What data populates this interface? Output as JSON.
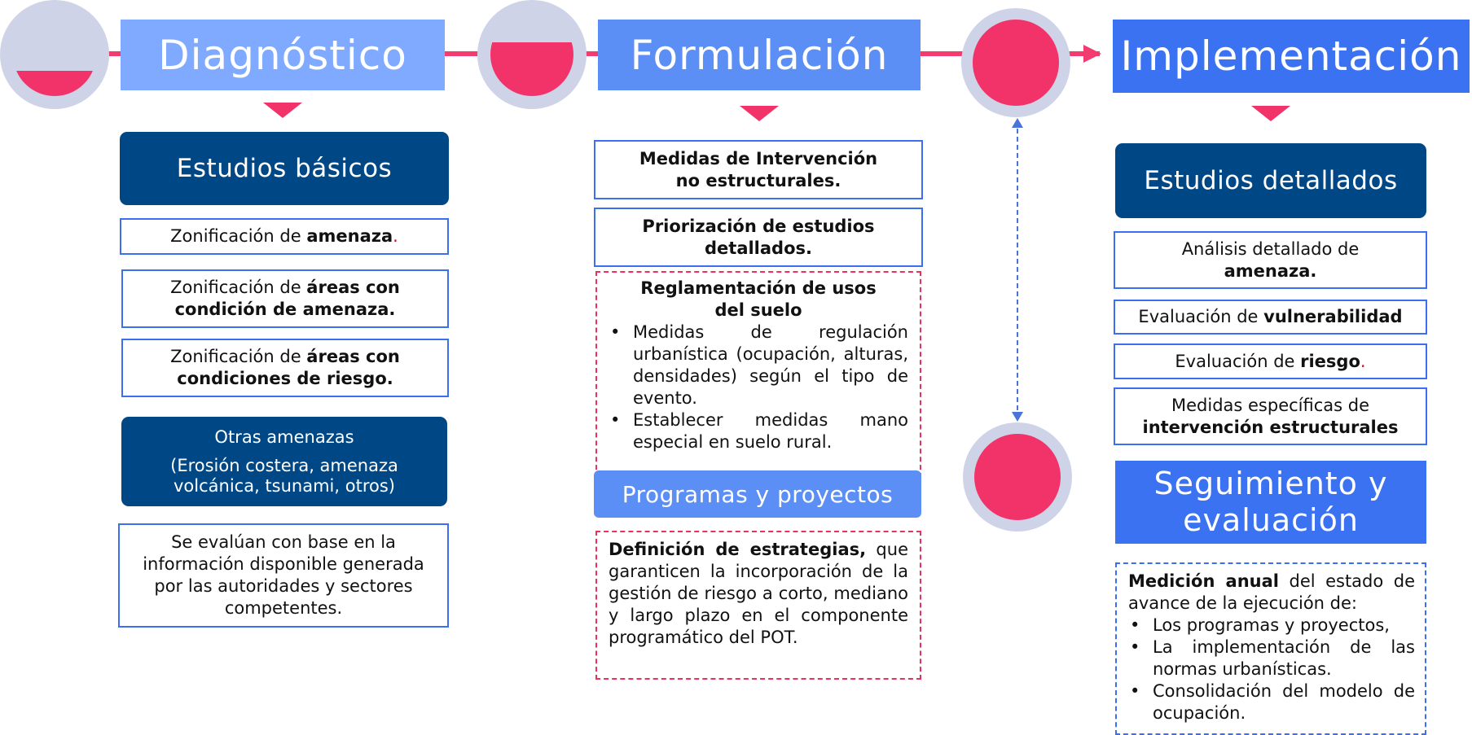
{
  "colors": {
    "accent": "#f2336a",
    "ring": "#cfd3e8",
    "dark_blue": "#004785",
    "stage1": "#80aaff",
    "stage2": "#5b8ff5",
    "stage3": "#3a72f2",
    "border_blue": "#3b6ff0",
    "border_red": "#e8315f"
  },
  "stages": [
    {
      "title": "Diagnóstico",
      "progress": 0.3
    },
    {
      "title": "Formulación",
      "progress": 0.65
    },
    {
      "title": "Implementación",
      "progress": 1.0
    }
  ],
  "diagnostico": {
    "header": "Estudios básicos",
    "items": [
      {
        "prefix": "Zonificación de ",
        "bold": "amenaza",
        "suffix": "."
      },
      {
        "prefix": "Zonificación de ",
        "bold": "áreas con condición de amenaza."
      },
      {
        "prefix": "Zonificación de ",
        "bold": "áreas con condiciones de riesgo."
      }
    ],
    "other_title": "Otras amenazas",
    "other_detail": "(Erosión costera, amenaza volcánica, tsunami, otros)",
    "note": "Se evalúan con base en la información disponible generada por las autoridades y sectores competentes."
  },
  "formulacion": {
    "box1": "Medidas de Intervención no estructurales.",
    "box2": "Priorización de estudios detallados.",
    "reg_title": "Reglamentación de usos del suelo",
    "reg_items": [
      "Medidas de regulación urbanística (ocupación, alturas, densidades) según el tipo de evento.",
      "Establecer medidas mano especial en suelo rural."
    ],
    "programs_label": "Programas y proyectos",
    "strategy_bold": "Definición de estrategias,",
    "strategy_text": " que garanticen la incorporación de la gestión de riesgo a corto, mediano y largo plazo en el componente programático del POT."
  },
  "implementacion": {
    "header": "Estudios detallados",
    "items": [
      {
        "prefix": "Análisis detallado  de ",
        "bold": "amenaza."
      },
      {
        "prefix": "Evaluación de ",
        "bold": "vulnerabilidad"
      },
      {
        "prefix": "Evaluación de ",
        "bold": "riesgo",
        "suffix": "."
      },
      {
        "prefix": "Medidas específicas de ",
        "bold": "intervención estructurales"
      }
    ],
    "followup_title": "Seguimiento y evaluación",
    "followup_bold": "Medición anual",
    "followup_text": " del estado de avance de la ejecución de:",
    "followup_items": [
      "Los programas y proyectos,",
      "La implementación de las normas urbanísticas.",
      "Consolidación del modelo de ocupación."
    ]
  }
}
